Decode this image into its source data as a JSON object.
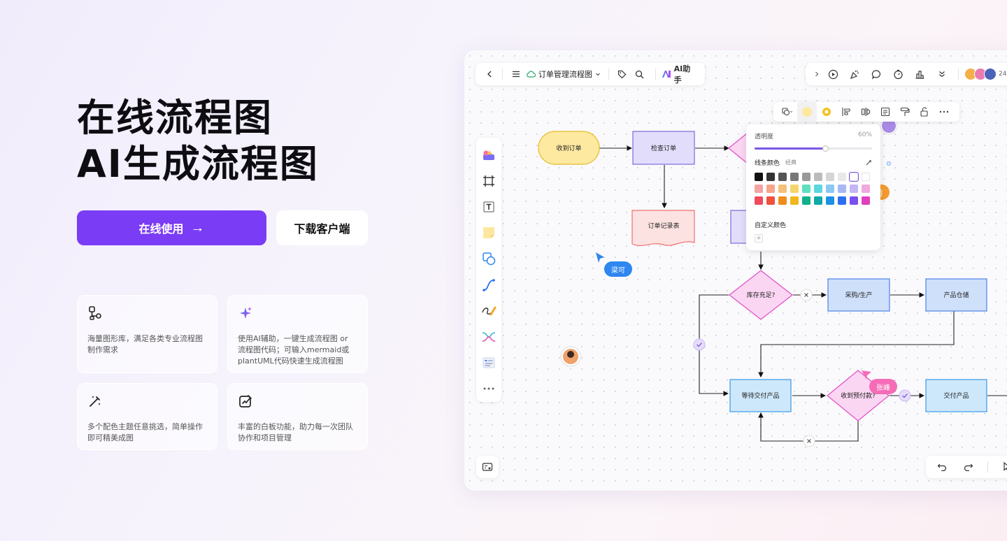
{
  "hero": {
    "title_line1": "在线流程图",
    "title_line2": "AI生成流程图",
    "primary_button": "在线使用",
    "primary_arrow": "→",
    "secondary_button": "下载客户端"
  },
  "features": [
    {
      "icon": "shapes-library-icon",
      "text": "海量图形库，满足各类专业流程图制作需求"
    },
    {
      "icon": "ai-sparkle-icon",
      "text": "使用AI辅助，一键生成流程图 or 流程图代码；可输入mermaid或plantUML代码快速生成流程图"
    },
    {
      "icon": "magic-wand-icon",
      "text": "多个配色主题任意挑选，简单操作即可精美成图"
    },
    {
      "icon": "whiteboard-edit-icon",
      "text": "丰富的白板功能，助力每一次团队协作和项目管理"
    }
  ],
  "app": {
    "doc_title": "订单管理流程图",
    "ai_label": "AI助手",
    "collaborator_count": "24",
    "color_panel": {
      "opacity_label": "透明度",
      "opacity_value": "60%",
      "opacity": 0.6,
      "line_color_label": "线条颜色",
      "line_color_scheme": "经典",
      "custom_color_label": "自定义颜色",
      "add_label": "+",
      "swatches": [
        "#111111",
        "#333333",
        "#555555",
        "#777777",
        "#999999",
        "#bbbbbb",
        "#d5d5d5",
        "#e8e8e8",
        "#ffffff",
        "#ffffff",
        "#f5a3a3",
        "#f7a48a",
        "#f5c07a",
        "#f5d66a",
        "#5ee0c0",
        "#5cd6e0",
        "#8cc8f5",
        "#a8b8f5",
        "#c3b6f5",
        "#f0a8e0",
        "#f04a5a",
        "#f0503c",
        "#f08c1e",
        "#f0b81e",
        "#10b08a",
        "#10a8a8",
        "#1e90e6",
        "#2e6ef0",
        "#7a50f0",
        "#e040c0"
      ]
    },
    "nodes": {
      "receive_order": "收到订单",
      "check_order": "检查订单",
      "order_record": "订单记录表",
      "in_stock": "库存充足?",
      "procure": "采购/生产",
      "warehouse": "产品仓储",
      "await_delivery": "等待交付产品",
      "received_payment": "收到预付款?",
      "deliver": "交付产品"
    },
    "cursors": {
      "liangke": "梁可",
      "liming": "李明",
      "zhangfeng": "张峰"
    },
    "colors": {
      "accent": "#7b3cf5",
      "start_fill": "#fde9a0",
      "process_fill": "#e3ddfc",
      "decision_fill": "#fbd6f3",
      "blue_fill": "#cde3fb"
    }
  }
}
